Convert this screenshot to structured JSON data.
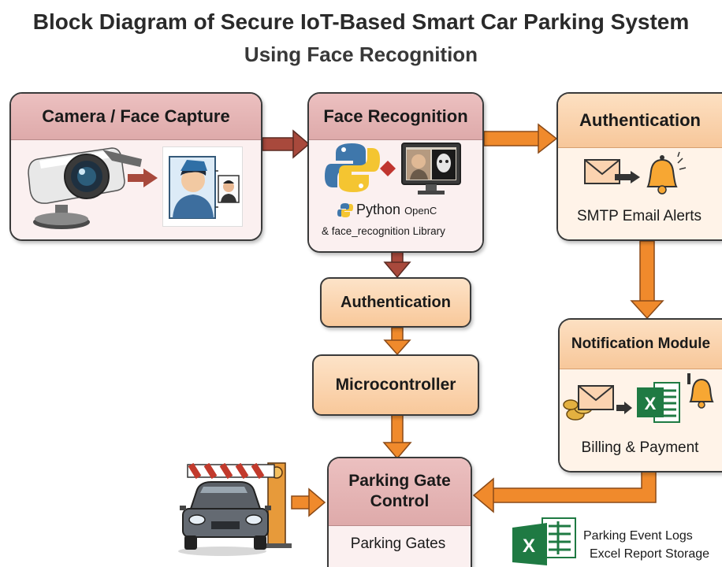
{
  "title": "Block Diagram of Secure IoT-Based Smart Car Parking System",
  "subtitle": "Using Face Recognition",
  "boxes": {
    "camera": {
      "label": "Camera / Face Capture"
    },
    "face_recognition": {
      "label": "Face Recognition",
      "lib_line1": "Python",
      "lib_line1_small": "OpenC",
      "lib_line2": "& face_recognition Library"
    },
    "auth_top": {
      "label": "Authentication",
      "caption": "SMTP Email Alerts"
    },
    "auth_mid": {
      "label": "Authentication"
    },
    "microcontroller": {
      "label": "Microcontroller"
    },
    "notification": {
      "label": "Notification Module",
      "caption": "Billing & Payment"
    },
    "gate": {
      "label_line1": "Parking Gate",
      "label_line2": "Control",
      "caption": "Parking Gates"
    }
  },
  "storage": {
    "line1": "Parking Event Logs",
    "line2": "Excel Report Storage",
    "excel_letter": "X"
  },
  "notification_excel_letter": "X",
  "colors": {
    "pink": "#deaaaa",
    "orange": "#f7c79a",
    "arrow_orange": "#f08a2c",
    "arrow_red": "#a8493c",
    "excel_green": "#1f7a43"
  }
}
